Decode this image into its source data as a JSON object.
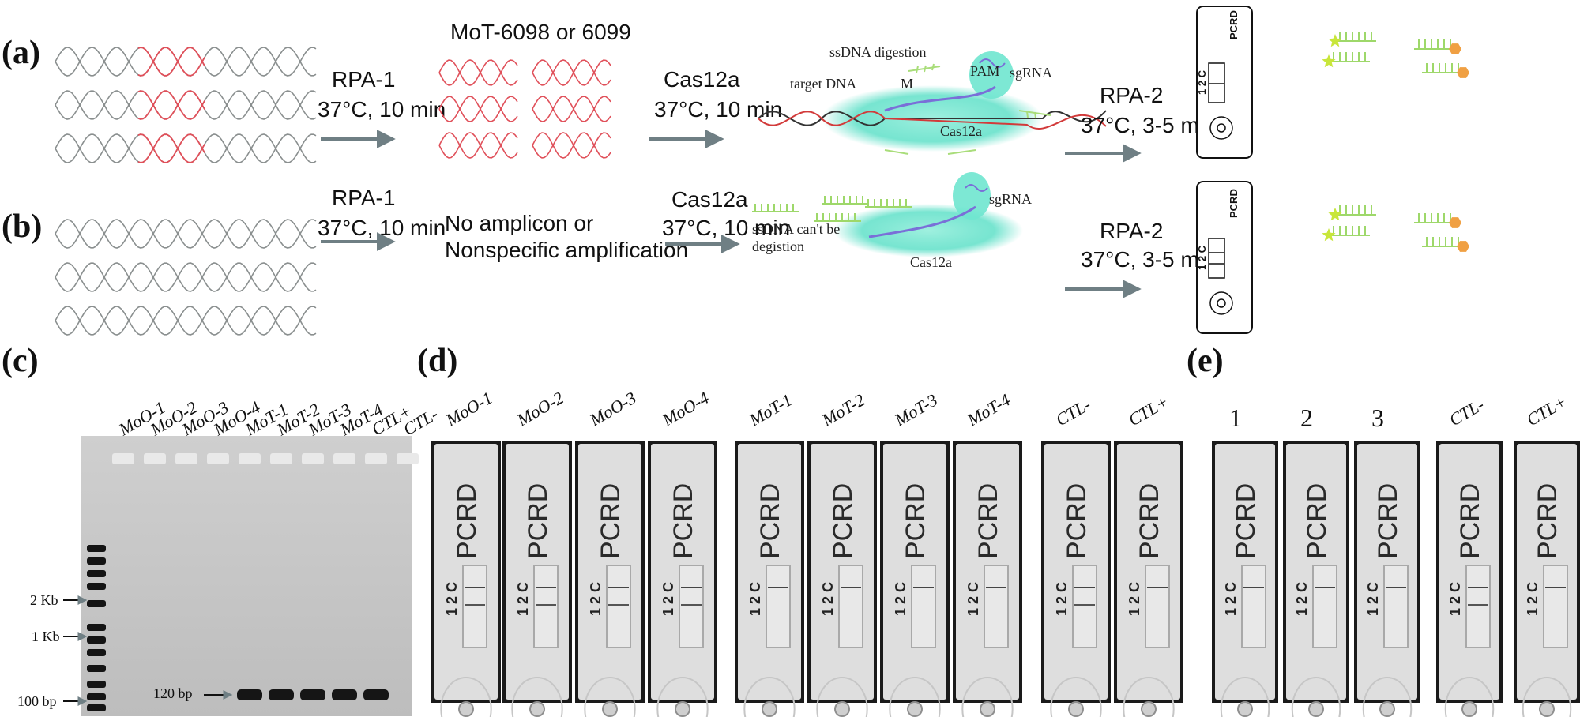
{
  "panels": {
    "a": {
      "label": "(a)",
      "rpa1_name": "RPA-1",
      "rpa1_cond": "37°C, 10 min",
      "product": "MoT-6098 or 6099",
      "cas_name": "Cas12a",
      "cas_cond": "37°C, 10 min",
      "ssdna": "ssDNA digestion",
      "target_dna": "target DNA",
      "m": "M",
      "pam": "PAM",
      "sgrna": "sgRNA",
      "cas_label": "Cas12a",
      "rpa2_name": "RPA-2",
      "rpa2_cond": "37°C, 3-5 min",
      "strip_brand": "PCRD",
      "strip_lines": "1 2 C"
    },
    "b": {
      "label": "(b)",
      "rpa1_name": "RPA-1",
      "rpa1_cond": "37°C, 10 min",
      "product_line1": "No amplicon or",
      "product_line2": "Nonspecific amplification",
      "cas_name": "Cas12a",
      "cas_cond": "37°C, 10 min",
      "ssdna_line1": "ssDNA can't be",
      "ssdna_line2": "degistion",
      "sgrna": "sgRNA",
      "cas_label": "Cas12a",
      "rpa2_name": "RPA-2",
      "rpa2_cond": "37°C, 3-5 min",
      "strip_brand": "PCRD",
      "strip_lines": "1 2 C"
    },
    "c": {
      "label": "(c)",
      "lanes": [
        "MoO-1",
        "MoO-2",
        "MoO-3",
        "MoO-4",
        "MoT-1",
        "MoT-2",
        "MoT-3",
        "MoT-4",
        "CTL+",
        "CTL-"
      ],
      "band_present": [
        false,
        false,
        false,
        false,
        true,
        true,
        true,
        true,
        true,
        false
      ],
      "markers": [
        "2 Kb",
        "1 Kb",
        "100 bp"
      ],
      "band_label": "120 bp"
    },
    "d": {
      "label": "(d)",
      "strips": [
        {
          "name": "MoO-1",
          "lines": 2
        },
        {
          "name": "MoO-2",
          "lines": 2
        },
        {
          "name": "MoO-3",
          "lines": 2
        },
        {
          "name": "MoO-4",
          "lines": 2
        },
        {
          "name": "MoT-1",
          "lines": 1
        },
        {
          "name": "MoT-2",
          "lines": 1
        },
        {
          "name": "MoT-3",
          "lines": 1
        },
        {
          "name": "MoT-4",
          "lines": 1
        },
        {
          "name": "CTL-",
          "lines": 2
        },
        {
          "name": "CTL+",
          "lines": 1
        }
      ],
      "brand": "PCRD",
      "line_labels": "1 2 C"
    },
    "e": {
      "label": "(e)",
      "strips": [
        {
          "name": "1",
          "lines": 1
        },
        {
          "name": "2",
          "lines": 1
        },
        {
          "name": "3",
          "lines": 1
        },
        {
          "name": "CTL-",
          "lines": 2
        },
        {
          "name": "CTL+",
          "lines": 1
        }
      ],
      "brand": "PCRD",
      "line_labels": "1 2 C"
    }
  }
}
